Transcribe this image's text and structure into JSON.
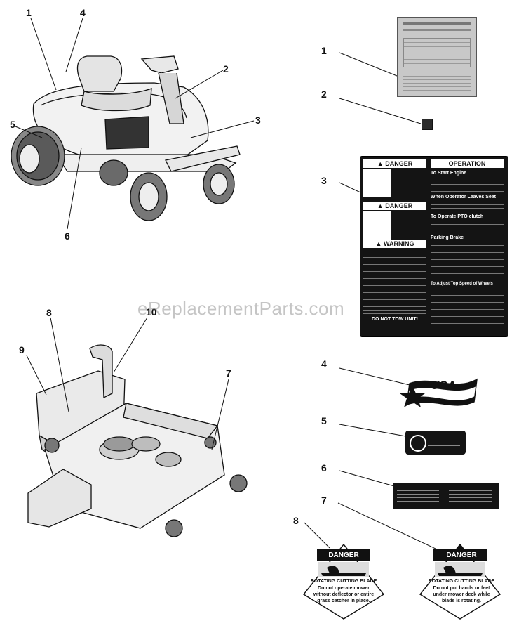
{
  "callouts": {
    "mower": [
      "1",
      "4",
      "2",
      "5",
      "3",
      "6"
    ],
    "deck": [
      "8",
      "10",
      "9",
      "7"
    ],
    "decals": [
      "1",
      "2",
      "3",
      "4",
      "5",
      "6",
      "7",
      "8"
    ]
  },
  "watermark": "eReplacementParts.com",
  "decal3": {
    "danger1": "DANGER",
    "danger2": "DANGER",
    "warning": "WARNING",
    "operation_title": "OPERATION",
    "start_engine": "To Start Engine",
    "leave_seat": "When Operator Leaves Seat",
    "pto_clutch": "To Operate PTO clutch",
    "parking_brake": "Parking Brake",
    "adjust_speed": "To Adjust Top Speed of Wheels",
    "do_not_tow": "DO NOT TOW UNIT!"
  },
  "decal4": {
    "text": "USA"
  },
  "decal7": {
    "header": "DANGER",
    "title": "ROTATING CUTTING BLADE",
    "line1": "Do not put hands or feet",
    "line2": "under mower deck while",
    "line3": "blade is rotating."
  },
  "decal8": {
    "header": "DANGER",
    "title": "ROTATING CUTTING BLADE",
    "line1": "Do not operate mower",
    "line2": "without deflector or entire",
    "line3": "grass catcher in place."
  },
  "colors": {
    "ink": "#111111",
    "decal_gray": "#c8c8c8",
    "decal_black": "#141414"
  }
}
